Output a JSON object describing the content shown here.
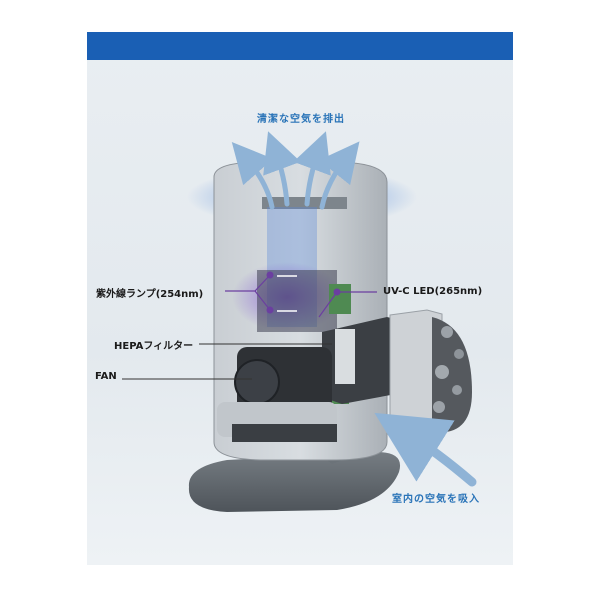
{
  "title": "機構",
  "captions": {
    "exhaust": "清潔な空気を排出",
    "intake": "室内の空気を吸入"
  },
  "labels": {
    "uv_lamp": "紫外線ランプ(254nm)",
    "uvc_led": "UV-C LED(265nm)",
    "hepa": "HEPAフィルター",
    "fan": "FAN"
  },
  "colors": {
    "title_bar": "#1a5fb4",
    "caption_text": "#2a74b8",
    "uv_purple": "#6b3fa0",
    "body_gray": "#9aa1a8",
    "base_dark": "#5f666c",
    "arrow_blue": "#8fb3d6"
  }
}
